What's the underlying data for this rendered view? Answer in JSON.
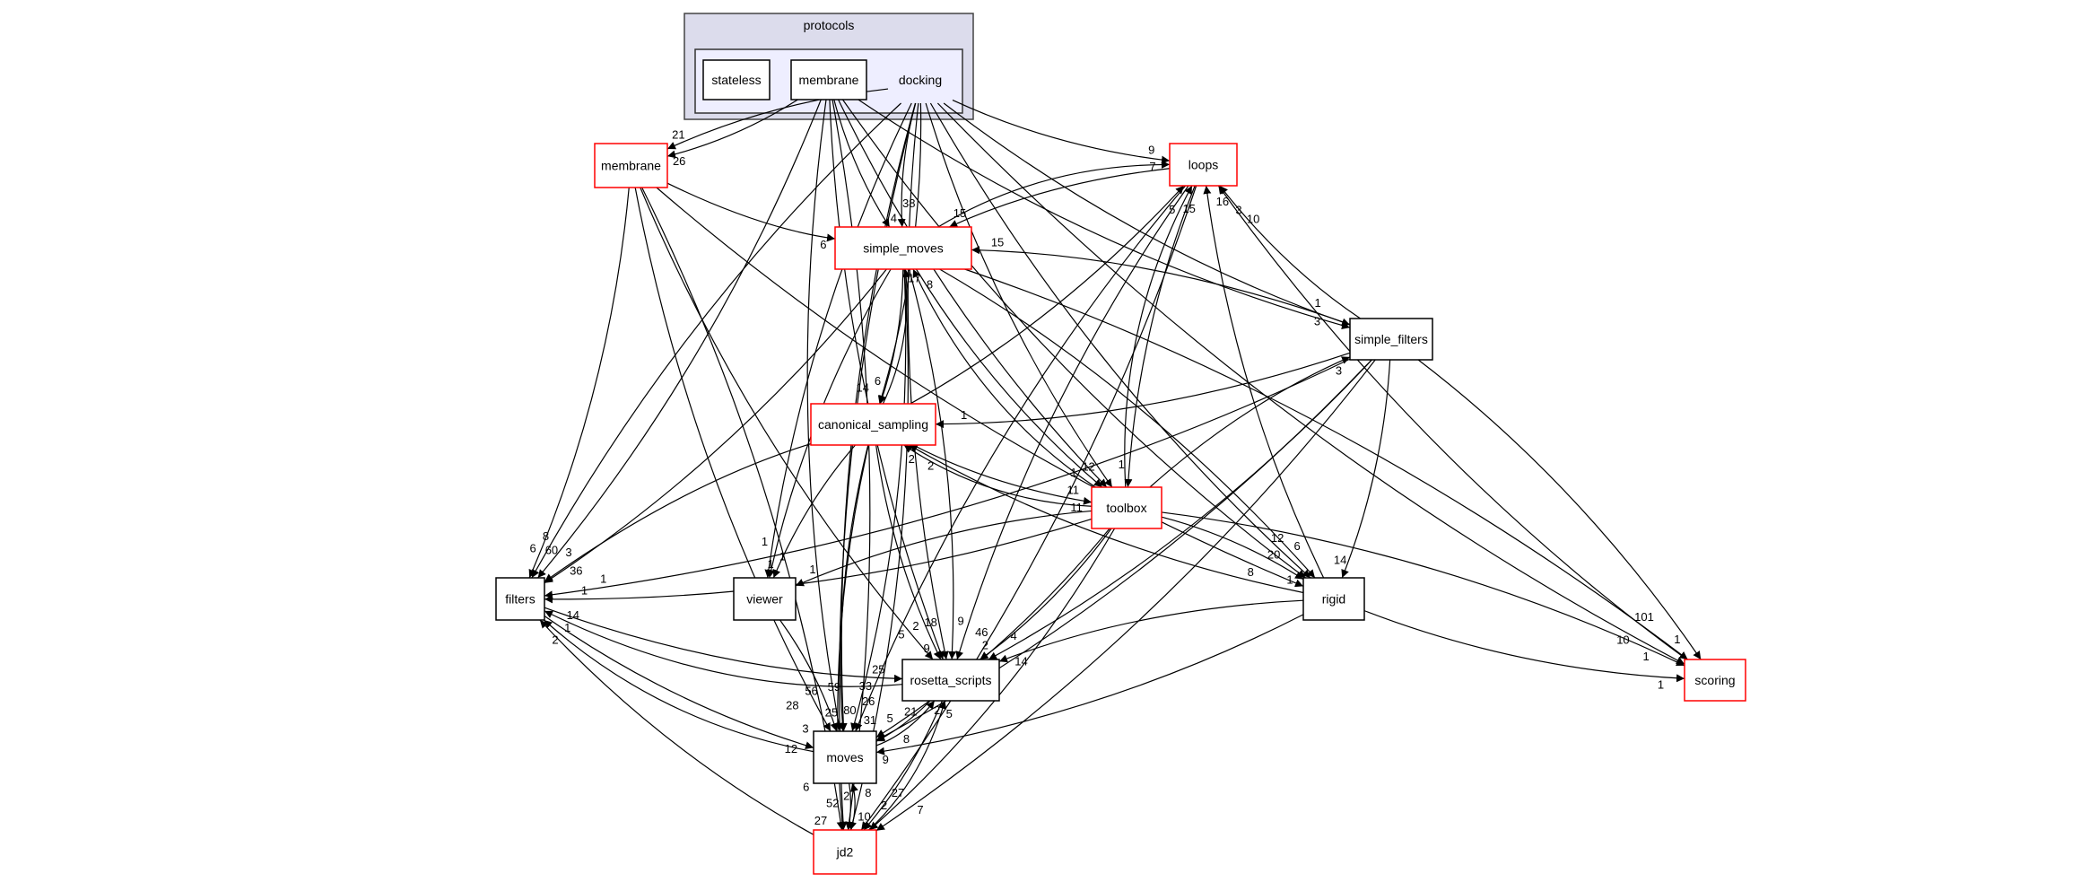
{
  "clusters": {
    "outer": {
      "label": "protocols",
      "fill": "#dcdcec"
    },
    "inner": {
      "label": "docking",
      "fill": "#eeeeff"
    }
  },
  "colors": {
    "red_border": "#ff0000",
    "black_border": "#000000",
    "edge": "#000000"
  },
  "nodes": [
    {
      "id": "stateless",
      "label": "stateless",
      "red": false
    },
    {
      "id": "membrane_in",
      "label": "membrane",
      "red": false
    },
    {
      "id": "membrane",
      "label": "membrane",
      "red": true
    },
    {
      "id": "loops",
      "label": "loops",
      "red": true
    },
    {
      "id": "simple_moves",
      "label": "simple_moves",
      "red": true
    },
    {
      "id": "simple_filters",
      "label": "simple_filters",
      "red": false
    },
    {
      "id": "canonical_sampling",
      "label": "canonical_sampling",
      "red": true
    },
    {
      "id": "toolbox",
      "label": "toolbox",
      "red": true
    },
    {
      "id": "filters",
      "label": "filters",
      "red": false
    },
    {
      "id": "viewer",
      "label": "viewer",
      "red": false
    },
    {
      "id": "rigid",
      "label": "rigid",
      "red": false
    },
    {
      "id": "rosetta_scripts",
      "label": "rosetta_scripts",
      "red": false
    },
    {
      "id": "scoring",
      "label": "scoring",
      "red": true
    },
    {
      "id": "moves",
      "label": "moves",
      "red": false
    },
    {
      "id": "jd2",
      "label": "jd2",
      "red": true
    }
  ],
  "edges": [
    {
      "from": "docking",
      "to": "membrane",
      "label": "21"
    },
    {
      "from": "docking",
      "to": "loops",
      "label": "7"
    },
    {
      "from": "docking",
      "to": "simple_moves",
      "label": "4"
    },
    {
      "from": "docking",
      "to": "canonical_sampling",
      "label": "6"
    },
    {
      "from": "docking",
      "to": "filters",
      "label": "8"
    },
    {
      "from": "docking",
      "to": "toolbox",
      "label": "12"
    },
    {
      "from": "docking",
      "to": "simple_filters",
      "label": "3"
    },
    {
      "from": "docking",
      "to": "rigid",
      "label": "20"
    },
    {
      "from": "docking",
      "to": "scoring",
      "label": "10"
    },
    {
      "from": "docking",
      "to": "moves",
      "label": "59"
    },
    {
      "from": "docking",
      "to": "jd2",
      "label": "25"
    },
    {
      "from": "docking",
      "to": "rosetta_scripts",
      "label": "18"
    },
    {
      "from": "docking",
      "to": "viewer",
      "label": "1"
    },
    {
      "from": "membrane_in",
      "to": "membrane",
      "label": "26"
    },
    {
      "from": "membrane_in",
      "to": "simple_moves",
      "label": "38"
    },
    {
      "from": "membrane_in",
      "to": "jd2",
      "label": "9"
    },
    {
      "from": "membrane_in",
      "to": "moves",
      "label": "56"
    },
    {
      "from": "membrane_in",
      "to": "filters",
      "label": "3"
    },
    {
      "from": "membrane_in",
      "to": "rosetta_scripts",
      "label": "2"
    },
    {
      "from": "membrane_in",
      "to": "toolbox",
      "label": "1"
    },
    {
      "from": "membrane_in",
      "to": "simple_filters",
      "label": "1"
    },
    {
      "from": "membrane_in",
      "to": "rigid",
      "label": "12"
    },
    {
      "from": "membrane",
      "to": "simple_moves",
      "label": "6"
    },
    {
      "from": "membrane",
      "to": "filters",
      "label": "6"
    },
    {
      "from": "membrane",
      "to": "moves",
      "label": "28"
    },
    {
      "from": "membrane",
      "to": "jd2",
      "label": "6"
    },
    {
      "from": "membrane",
      "to": "rosetta_scripts",
      "label": "5"
    },
    {
      "from": "membrane",
      "to": "rigid",
      "label": "8"
    },
    {
      "from": "loops",
      "to": "simple_moves",
      "label": "15"
    },
    {
      "from": "loops",
      "to": "toolbox",
      "label": "1"
    },
    {
      "from": "loops",
      "to": "rosetta_scripts",
      "label": "9"
    },
    {
      "from": "loops",
      "to": "moves",
      "label": "33"
    },
    {
      "from": "loops",
      "to": "jd2",
      "label": "27"
    },
    {
      "from": "simple_moves",
      "to": "loops",
      "label": "9"
    },
    {
      "from": "simple_moves",
      "to": "canonical_sampling",
      "label": "14"
    },
    {
      "from": "simple_moves",
      "to": "toolbox",
      "label": "11"
    },
    {
      "from": "simple_moves",
      "to": "filters",
      "label": "36"
    },
    {
      "from": "simple_moves",
      "to": "viewer",
      "label": "1"
    },
    {
      "from": "simple_moves",
      "to": "rosetta_scripts",
      "label": "46"
    },
    {
      "from": "simple_moves",
      "to": "moves",
      "label": "26"
    },
    {
      "from": "simple_moves",
      "to": "jd2",
      "label": "8"
    },
    {
      "from": "simple_moves",
      "to": "rigid",
      "label": "6"
    },
    {
      "from": "simple_moves",
      "to": "scoring",
      "label": "101"
    },
    {
      "from": "simple_filters",
      "to": "loops",
      "label": "16"
    },
    {
      "from": "simple_filters",
      "to": "simple_moves",
      "label": "15"
    },
    {
      "from": "simple_filters",
      "to": "canonical_sampling",
      "label": "1"
    },
    {
      "from": "simple_filters",
      "to": "filters",
      "label": "1"
    },
    {
      "from": "simple_filters",
      "to": "rigid",
      "label": "14"
    },
    {
      "from": "simple_filters",
      "to": "rosetta_scripts",
      "label": "4"
    },
    {
      "from": "simple_filters",
      "to": "moves",
      "label": "21"
    },
    {
      "from": "simple_filters",
      "to": "jd2",
      "label": "7"
    },
    {
      "from": "simple_filters",
      "to": "scoring",
      "label": "1"
    },
    {
      "from": "canonical_sampling",
      "to": "simple_moves",
      "label": "17"
    },
    {
      "from": "canonical_sampling",
      "to": "loops",
      "label": "5"
    },
    {
      "from": "canonical_sampling",
      "to": "filters",
      "label": "60"
    },
    {
      "from": "canonical_sampling",
      "to": "viewer",
      "label": "1"
    },
    {
      "from": "canonical_sampling",
      "to": "moves",
      "label": "80"
    },
    {
      "from": "canonical_sampling",
      "to": "rosetta_scripts",
      "label": "9"
    },
    {
      "from": "canonical_sampling",
      "to": "jd2",
      "label": "52"
    },
    {
      "from": "canonical_sampling",
      "to": "toolbox",
      "label": "11"
    },
    {
      "from": "toolbox",
      "to": "loops",
      "label": "15"
    },
    {
      "from": "toolbox",
      "to": "simple_moves",
      "label": "8"
    },
    {
      "from": "toolbox",
      "to": "canonical_sampling",
      "label": "2"
    },
    {
      "from": "toolbox",
      "to": "simple_filters",
      "label": "3"
    },
    {
      "from": "toolbox",
      "to": "filters",
      "label": "1"
    },
    {
      "from": "toolbox",
      "to": "viewer",
      "label": "1"
    },
    {
      "from": "toolbox",
      "to": "rigid",
      "label": "1"
    },
    {
      "from": "toolbox",
      "to": "rosetta_scripts",
      "label": "2"
    },
    {
      "from": "toolbox",
      "to": "moves",
      "label": "5"
    },
    {
      "from": "toolbox",
      "to": "jd2",
      "label": "2"
    },
    {
      "from": "toolbox",
      "to": "scoring",
      "label": "1"
    },
    {
      "from": "rigid",
      "to": "loops",
      "label": "3"
    },
    {
      "from": "rigid",
      "to": "canonical_sampling",
      "label": "2"
    },
    {
      "from": "rigid",
      "to": "rosetta_scripts",
      "label": "14"
    },
    {
      "from": "rigid",
      "to": "moves",
      "label": "8"
    },
    {
      "from": "rigid",
      "to": "scoring",
      "label": "1"
    },
    {
      "from": "filters",
      "to": "rosetta_scripts",
      "label": "25"
    },
    {
      "from": "filters",
      "to": "moves",
      "label": "12"
    },
    {
      "from": "viewer",
      "to": "moves",
      "label": "3"
    },
    {
      "from": "rosetta_scripts",
      "to": "filters",
      "label": "14"
    },
    {
      "from": "rosetta_scripts",
      "to": "moves",
      "label": "31"
    },
    {
      "from": "rosetta_scripts",
      "to": "jd2",
      "label": "10"
    },
    {
      "from": "moves",
      "to": "filters",
      "label": "2"
    },
    {
      "from": "moves",
      "to": "rosetta_scripts",
      "label": "2"
    },
    {
      "from": "moves",
      "to": "jd2",
      "label": "27"
    },
    {
      "from": "jd2",
      "to": "filters",
      "label": "1"
    },
    {
      "from": "jd2",
      "to": "moves",
      "label": "2"
    },
    {
      "from": "jd2",
      "to": "rosetta_scripts",
      "label": "5"
    },
    {
      "from": "scoring",
      "to": "loops",
      "label": "10"
    }
  ]
}
